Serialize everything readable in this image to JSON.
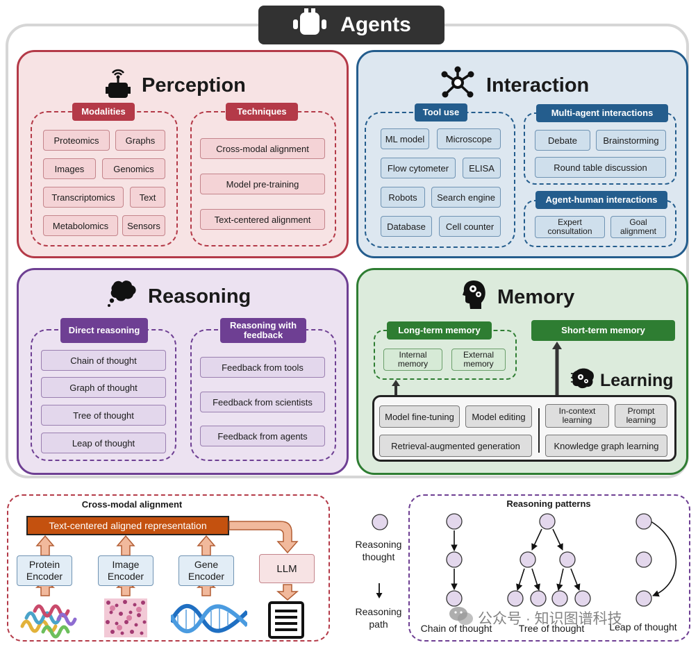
{
  "header": {
    "title": "Agents"
  },
  "perception": {
    "title": "Perception",
    "modalities": {
      "label": "Modalities",
      "items": [
        "Proteomics",
        "Graphs",
        "Images",
        "Genomics",
        "Transcriptomics",
        "Text",
        "Metabolomics",
        "Sensors"
      ]
    },
    "techniques": {
      "label": "Techniques",
      "items": [
        "Cross-modal alignment",
        "Model pre-training",
        "Text-centered alignment"
      ]
    }
  },
  "interaction": {
    "title": "Interaction",
    "tool_use": {
      "label": "Tool use",
      "items": [
        "ML model",
        "Microscope",
        "Flow cytometer",
        "ELISA",
        "Robots",
        "Search engine",
        "Database",
        "Cell counter"
      ]
    },
    "multi_agent": {
      "label": "Multi-agent interactions",
      "items": [
        "Debate",
        "Brainstorming",
        "Round table discussion"
      ]
    },
    "agent_human": {
      "label": "Agent-human interactions",
      "items": [
        "Expert consultation",
        "Goal alignment"
      ]
    }
  },
  "reasoning": {
    "title": "Reasoning",
    "direct": {
      "label": "Direct reasoning",
      "items": [
        "Chain of thought",
        "Graph of thought",
        "Tree of thought",
        "Leap of thought"
      ]
    },
    "feedback": {
      "label": "Reasoning with feedback",
      "items": [
        "Feedback from tools",
        "Feedback from scientists",
        "Feedback from agents"
      ]
    }
  },
  "memory": {
    "title": "Memory",
    "long_term": {
      "label": "Long-term memory",
      "items": [
        "Internal memory",
        "External memory"
      ]
    },
    "short_term": {
      "label": "Short-term memory"
    },
    "learning": {
      "title": "Learning",
      "items": [
        "Model fine-tuning",
        "Model editing",
        "Retrieval-augmented generation",
        "In-context learning",
        "Prompt learning",
        "Knowledge graph learning"
      ]
    }
  },
  "cross_modal": {
    "title": "Cross-modal alignment",
    "representation": "Text-centered aligned representation",
    "encoders": [
      "Protein Encoder",
      "Image Encoder",
      "Gene Encoder"
    ],
    "llm": "LLM"
  },
  "reasoning_patterns": {
    "title": "Reasoning patterns",
    "legend_thought": "Reasoning thought",
    "legend_path": "Reasoning path",
    "patterns": [
      "Chain of thought",
      "Tree of thought",
      "Leap of thought"
    ]
  },
  "watermark": "公众号 · 知识图谱科技",
  "colors": {
    "red": "#b43a48",
    "blue": "#245d8d",
    "purple": "#6e3f93",
    "green": "#2e7d32",
    "orange": "#c4510f",
    "dark": "#323232"
  }
}
